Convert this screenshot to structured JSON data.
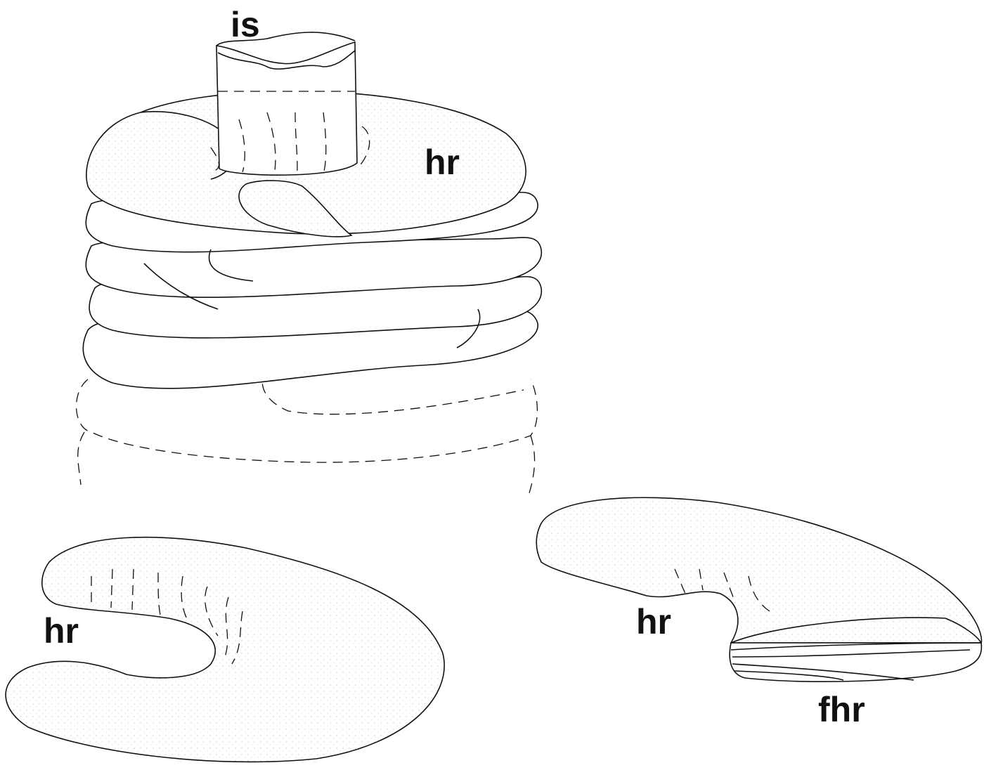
{
  "labels": {
    "is": "is",
    "hr_top": "hr",
    "hr_bottom_left": "hr",
    "hr_bottom_right": "hr",
    "fhr": "fhr"
  }
}
